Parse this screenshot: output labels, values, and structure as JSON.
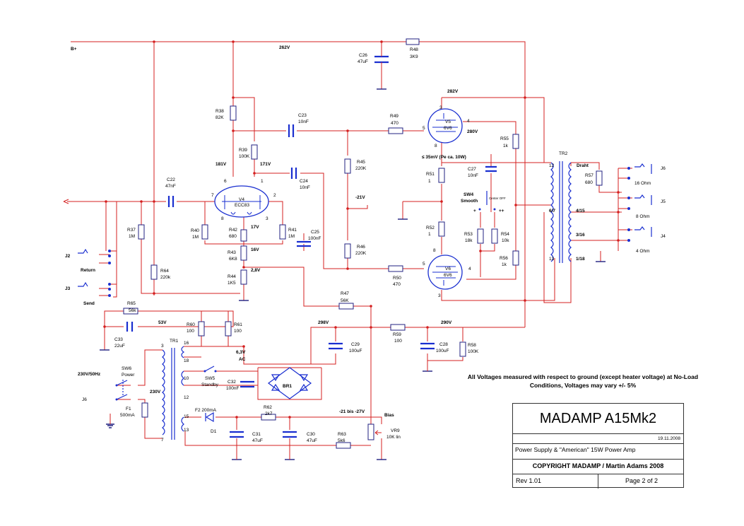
{
  "labels": {
    "bplus": "B+",
    "v262": "262V",
    "c26n": "C26",
    "c26v": "47uF",
    "r48n": "R48",
    "r48v": "3K9",
    "v282": "282V",
    "r38n": "R38",
    "r38v": "82K",
    "c23n": "C23",
    "c23v": "10nF",
    "r49n": "R49",
    "r49v": "470",
    "r39n": "R39",
    "r39v": "100K",
    "v181": "181V",
    "v171": "171V",
    "c24n": "C24",
    "c24v": "10nF",
    "r45n": "R45",
    "r45v": "220K",
    "v5n": "V5",
    "v5t": "6V6",
    "v280": "280V",
    "r55n": "R55",
    "r55v": "1k",
    "c27n": "C27",
    "c27v": "10nF",
    "pin3a": "3",
    "pin4a": "4",
    "pin5a": "5",
    "pin8a": "8",
    "p35": "≤ 35mV  (Pe ca. 10W)",
    "r51n": "R51",
    "r51v": "1",
    "sw4n": "SW4",
    "sw4v": "Smooth",
    "center": "Center OFF",
    "plus": "+",
    "plusplus": "++",
    "tr2": "TR2",
    "t12": "12",
    "t67": "6/7",
    "t13": "13",
    "draht": "Draht",
    "t415": "4/15",
    "t316": "3/16",
    "t118": "1/18",
    "r57n": "R57",
    "r57v": "680",
    "j6o": "J6",
    "o16": "16 Ohm",
    "j5o": "J5",
    "o8": "8 Ohm",
    "j4o": "J4",
    "o4": "4 Ohm",
    "c22n": "C22",
    "c22v": "47nF",
    "v4n": "V4",
    "v4t": "ECC83",
    "p6": "6",
    "p7": "7",
    "p8": "8",
    "p1": "1",
    "p2": "2",
    "p3": "3",
    "r37n": "R37",
    "r37v": "1M",
    "r40n": "R40",
    "r40v": "1M",
    "r42n": "R42",
    "r42v": "680",
    "v17": "17V",
    "r41n": "R41",
    "r41v": "1M",
    "c25n": "C25",
    "c25v": "100nF",
    "vm21": "-21V",
    "r46n": "R46",
    "r46v": "220K",
    "r53n": "R53",
    "r53v": "18k",
    "r54n": "R54",
    "r54v": "10k",
    "r52n": "R52",
    "r52v": "1",
    "r56n": "R56",
    "r56v": "1k",
    "v16": "16V",
    "r43n": "R43",
    "r43v": "6K8",
    "v28": "2,8V",
    "r44n": "R44",
    "r44v": "1K5",
    "r50n": "R50",
    "r50v": "470",
    "v6n": "V6",
    "v6t": "6V6",
    "pin5b": "5",
    "pin4b": "4",
    "pin8b": "8",
    "pin3b": "3",
    "j2": "J2",
    "ret": "Return",
    "j3": "J3",
    "send": "Send",
    "r64n": "R64",
    "r64v": "220k",
    "r47n": "R47",
    "r47v": "56K",
    "r65n": "R65",
    "r65v": "56k",
    "v53": "53V",
    "c33n": "C33",
    "c33v": "22uF",
    "r60n": "R60",
    "r60v": "100",
    "r61n": "R61",
    "r61v": "100",
    "v298": "298V",
    "v290": "290V",
    "r59n": "R59",
    "r59v": "100",
    "c29n": "C29",
    "c29v": "100uF",
    "c28n": "C28",
    "c28v": "100uF",
    "r58n": "R58",
    "r58v": "100K",
    "tr1": "TR1",
    "t3": "3",
    "t16": "16",
    "t18": "18",
    "t10": "10",
    "t12b": "12",
    "t15": "15",
    "t13b": "13",
    "t7": "7",
    "v63": "6,3V",
    "ac": "AC",
    "sw5n": "SW5",
    "sw5v": "Standby",
    "c32n": "C32",
    "c32v": "100nF",
    "br1": "BR1",
    "mains": "230V/50Hz",
    "sw6n": "SW6",
    "sw6v": "Power",
    "j6b": "J6",
    "f1n": "F1",
    "f1v": "500mA",
    "v230": "230V",
    "f2": "F2 200mA",
    "d1": "D1",
    "r62n": "R62",
    "r62v": "2k7",
    "c31n": "C31",
    "c31v": "47uF",
    "c30n": "C30",
    "c30v": "47uF",
    "r63n": "R63",
    "r63v": "5k6",
    "vbias": "-21 bis -27V",
    "bias": "Bias",
    "vr9n": "VR9",
    "vr9v": "10K lin"
  },
  "note": "All Voltages measured with respect to ground  (except heater voltage) at No-Load Conditions, Voltages may vary +/- 5%",
  "title_block": {
    "title": "MADAMP A15Mk2",
    "date": "19.11.2008",
    "description": "Power Supply & \"American\" 15W Power Amp",
    "copyright": "COPYRIGHT MADAMP / Martin Adams 2008",
    "revision": "Rev 1.01",
    "page": "Page 2 of 2"
  }
}
